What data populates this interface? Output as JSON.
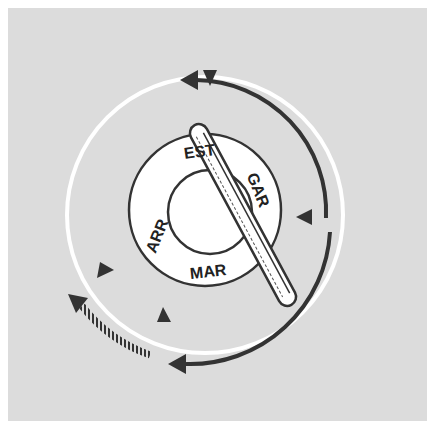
{
  "diagram": {
    "labels": [
      "EST",
      "GAR",
      "ARR",
      "MAR"
    ]
  }
}
